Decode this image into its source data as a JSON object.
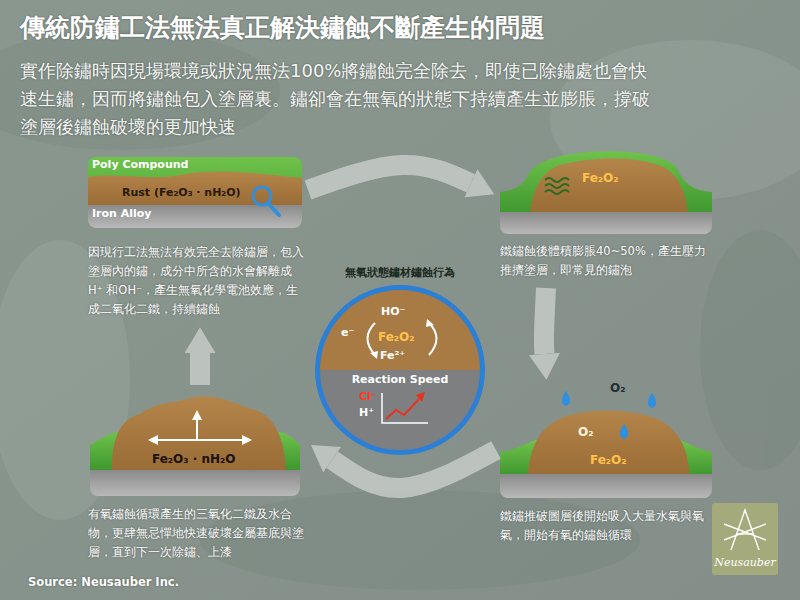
{
  "diagram": {
    "title": "傳統防鏽工法無法真正解決鏽蝕不斷產生的問題",
    "caption": "Source: Neusauber Inc.",
    "nodes": [
      {
        "text": [
          "Poly Compound",
          "Rust (Fe₂O₃ · nH₂O)",
          "Iron Alloy",
          "因現行工法無法有效完全去除鏽層，包入塗層內的鏽，成分中所含的水會解離成H⁺ 和OH⁻，產生無氧化學電池效應，生成二氧化二鐵，持續鏽蝕"
        ]
      },
      {
        "text": [
          "Fe₂O₂",
          "鐵鏽蝕後體積膨脹40~50%，產生壓力推擠塗層，即常見的鏽泡"
        ]
      },
      {
        "text": [
          "無氧狀態鏽材鏽蝕行為",
          "HO⁻",
          "e⁻",
          "Fe₂O₂",
          "Fe²⁺",
          "Reaction Speed",
          "Cl⁻",
          "H⁺"
        ]
      },
      {
        "text": [
          "Fe₂O₃ · nH₂O",
          "有氧鏽蝕循環產生的三氧化二鐵及水合物，更肆無忌憚地快速破壞金屬基底與塗層，直到下一次除鏽、上漆"
        ]
      },
      {
        "text": [
          "O₂",
          "O₂",
          "Fe₂O₂",
          "鐵鏽推破圖層後開始吸入大量水氣與氧氣，開始有氧的鏽蝕循環"
        ]
      }
    ],
    "edges": [
      {
        "from": 0,
        "to": 1,
        "arrow": "to"
      },
      {
        "from": 1,
        "to": 4,
        "arrow": "to"
      },
      {
        "from": 4,
        "to": 3,
        "arrow": "to"
      },
      {
        "from": 3,
        "to": 0,
        "arrow": "to"
      }
    ],
    "labels": [
      "實作除鏽時因現場環境或狀況無法100%將鏽蝕完全除去，即使已除鏽處也會快速生鏽，因而將鏽蝕包入塗層裏。鏽卻會在無氧的狀態下持續產生並膨脹，撐破塗層後鏽蝕破壞的更加快速",
      "Neusauber"
    ]
  }
}
